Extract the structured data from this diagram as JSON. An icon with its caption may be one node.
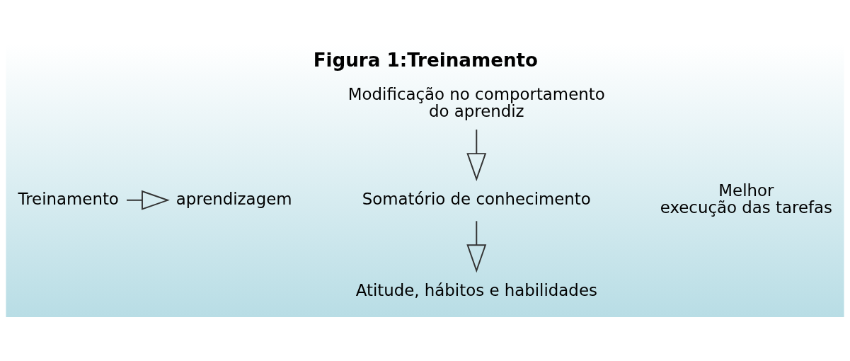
{
  "diagram": {
    "title": "Figura 1:Treinamento",
    "nodes": [
      {
        "text": [
          "Treinamento"
        ]
      },
      {
        "text": [
          "aprendizagem"
        ]
      },
      {
        "text": [
          "Modificação no comportamento do aprendiz"
        ]
      },
      {
        "text": [
          "Somatório de conhecimento"
        ]
      },
      {
        "text": [
          "Atitude, hábitos e habilidades"
        ]
      },
      {
        "text": [
          "Melhor execução das tarefas"
        ]
      }
    ],
    "edges": [
      {
        "from": 0,
        "to": 1,
        "arrow": "to"
      },
      {
        "from": 2,
        "to": 3,
        "arrow": "to"
      },
      {
        "from": 3,
        "to": 4,
        "arrow": "to"
      }
    ]
  }
}
